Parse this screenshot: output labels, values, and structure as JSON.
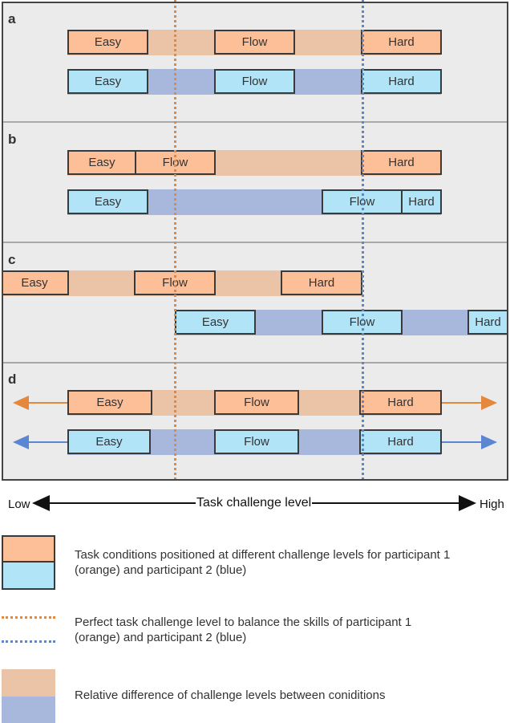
{
  "panels": [
    {
      "label": "a"
    },
    {
      "label": "b"
    },
    {
      "label": "c"
    },
    {
      "label": "d"
    }
  ],
  "conditions": {
    "easy": "Easy",
    "flow": "Flow",
    "hard": "Hard"
  },
  "axis": {
    "low": "Low",
    "title": "Task challenge level",
    "high": "High"
  },
  "legend": {
    "conditions_text_1": "Task conditions positioned at different challenge levels for participant 1",
    "conditions_text_2": "(orange) and participant 2 (blue)",
    "perfect_text_1": "Perfect task challenge level to balance the skills of participant 1",
    "perfect_text_2": "(orange) and participant 2 (blue)",
    "difference_text": "Relative difference of challenge levels between coniditions"
  },
  "colors": {
    "orange_box": "#fdbf98",
    "orange_bar": "#ebc3a7",
    "orange_line": "#e3883c",
    "blue_box": "#b2e4f8",
    "blue_bar": "#a8b7dc",
    "blue_line": "#5b86d1"
  }
}
